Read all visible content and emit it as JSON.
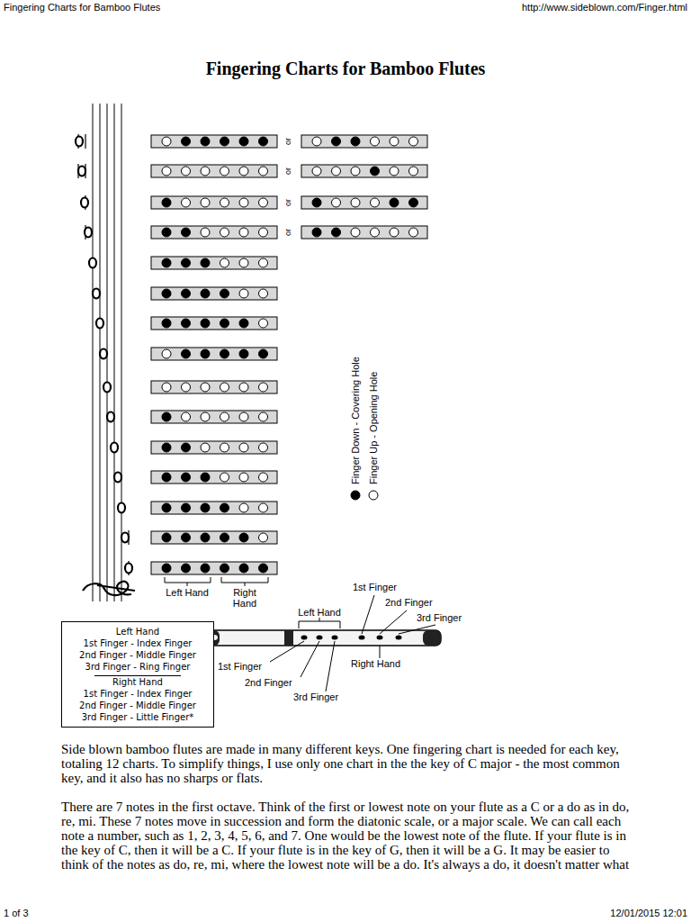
{
  "diagram": {
    "title": "Fingering Charts for Bamboo Flutes",
    "nodes": [
      {
        "text": [
          "Left Hand",
          "1st Finger - Index Finger",
          "2nd Finger - Middle Finger",
          "3rd Finger - Ring Finger",
          "Right Hand",
          "1st Finger - Index Finger",
          "2nd Finger - Middle Finger",
          "3rd Finger - Little Finger*"
        ]
      }
    ],
    "labels": [
      "Fingering Charts for Bamboo Flutes",
      "http://www.sideblown.com/Finger.html",
      "or",
      "or",
      "or",
      "or",
      "Left Hand",
      "Right Hand",
      "Left Hand",
      "1st Finger",
      "2nd Finger",
      "3rd Finger",
      "Right Hand",
      "1st Finger",
      "2nd Finger",
      "3rd Finger",
      "Side blown bamboo flutes are made in many different keys. One fingering chart is needed for each key, totaling 12 charts. To simplify things, I use only one chart in the the key of C major - the most common key, and it also has no sharps or flats.",
      "There are 7 notes in the first octave. Think of the first or lowest note on your flute as a C or a do as in do, re, mi. These 7 notes move in succession and form the diatonic scale, or a major scale. We can call each note a number, such as 1, 2, 3, 4, 5, 6, and 7. One would be the lowest note of the flute. If your flute is in the key of C, then it will be a C. If your flute is in the key of G, then it will be a G. It may be easier to think of the notes as do, re, mi, where the lowest note will be a do. It's always a do, it doesn't matter what",
      "1 of 3",
      "12/01/2015 12:01"
    ],
    "legend": [
      {
        "text": "Finger Down - Covering Hole"
      },
      {
        "text": "Finger Up - Opening Hole"
      }
    ]
  }
}
